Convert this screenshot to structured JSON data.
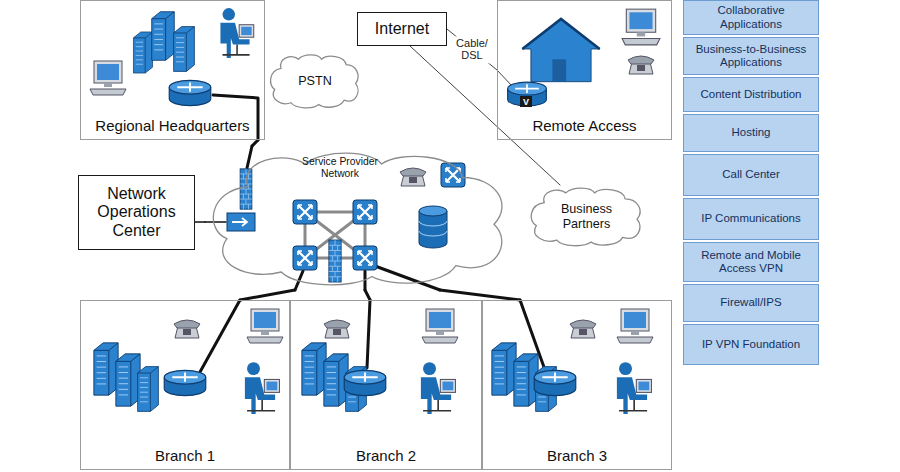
{
  "diagram": {
    "nodes": [
      {
        "text": [
          "Regional Headquarters"
        ]
      },
      {
        "text": [
          "PSTN"
        ]
      },
      {
        "text": [
          "Internet"
        ]
      },
      {
        "text": [
          "Remote Access"
        ]
      },
      {
        "text": [
          "Network Operations Center"
        ]
      },
      {
        "text": [
          "Service Provider Network"
        ]
      },
      {
        "text": [
          "Business Partners"
        ]
      },
      {
        "text": [
          "Branch 1"
        ]
      },
      {
        "text": [
          "Branch 2"
        ]
      },
      {
        "text": [
          "Branch 3"
        ]
      },
      {
        "text": [
          "Collaborative Applications"
        ]
      },
      {
        "text": [
          "Business-to-Business Applications"
        ]
      },
      {
        "text": [
          "Content Distribution"
        ]
      },
      {
        "text": [
          "Hosting"
        ]
      },
      {
        "text": [
          "Call Center"
        ]
      },
      {
        "text": [
          "IP Communications"
        ]
      },
      {
        "text": [
          "Remote and Mobile Access VPN"
        ]
      },
      {
        "text": [
          "Firewall/IPS"
        ]
      },
      {
        "text": [
          "IP VPN Foundation"
        ]
      }
    ],
    "edges": [
      {
        "from": 0,
        "to": 5,
        "arrow": "none"
      },
      {
        "from": 5,
        "to": 4,
        "arrow": "none"
      },
      {
        "from": 2,
        "to": 3,
        "label": "Cable/ DSL",
        "arrow": "none"
      },
      {
        "from": 2,
        "to": 6,
        "arrow": "none"
      },
      {
        "from": 7,
        "to": 5,
        "arrow": "none"
      },
      {
        "from": 8,
        "to": 5,
        "arrow": "none"
      },
      {
        "from": 9,
        "to": 5,
        "arrow": "none"
      }
    ],
    "labels": [
      "V"
    ]
  }
}
